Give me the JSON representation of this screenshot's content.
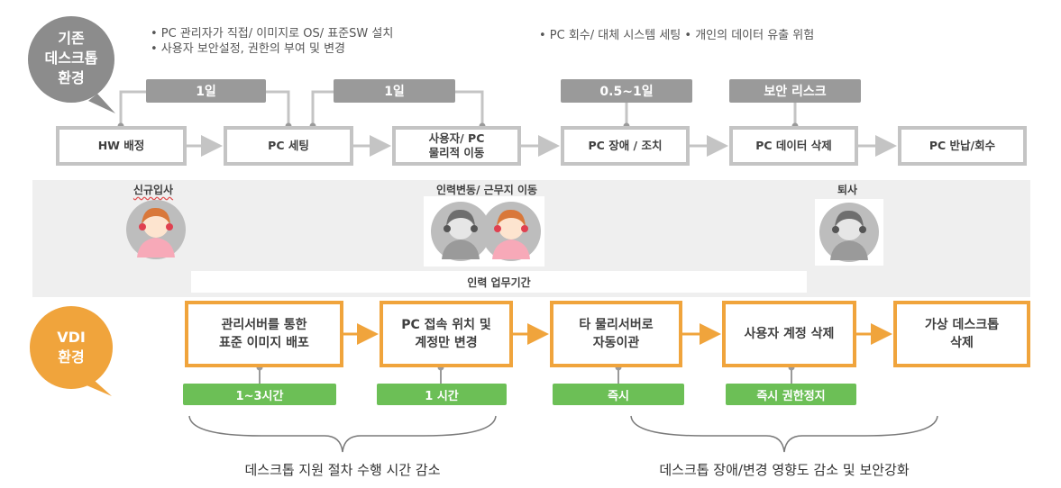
{
  "legacy": {
    "bubble": "기존\n데스크톱\n환경",
    "notes_left": [
      "•  PC 관리자가 직접/  이미지로 OS/ 표준SW 설치",
      "•  사용자 보안설정, 권한의 부여 및 변경"
    ],
    "notes_right": "•  PC 회수/ 대체 시스템 세팅  •  개인의 데이터 유출 위험",
    "steps": [
      "HW 배정",
      "PC 세팅",
      "사용자/ PC\n물리적 이동",
      "PC 장애 / 조치",
      "PC 데이터 삭제",
      "PC 반납/회수"
    ],
    "labels": [
      "1일",
      "1일",
      "0.5~1일",
      "보안 리스크"
    ]
  },
  "timeline": {
    "events": [
      "신규입사",
      "인력변동/ 근무지 이동",
      "퇴사"
    ],
    "period": "인력 업무기간"
  },
  "vdi": {
    "bubble": "VDI\n환경",
    "steps": [
      "관리서버를 통한\n표준 이미지 배포",
      "PC 접속 위치 및\n계정만 변경",
      "타 물리서버로\n자동이관",
      "사용자 계정 삭제",
      "가상 데스크톱\n삭제"
    ],
    "labels": [
      "1~3시간",
      "1 시간",
      "즉시",
      "즉시 권한정지"
    ]
  },
  "summary": [
    "데스크톱 지원 절차 수행 시간 감소",
    "데스크톱 장애/변경 영향도 감소 및 보안강화"
  ],
  "colors": {
    "gray": "#c4c4c4",
    "dark_gray": "#9a9a9a",
    "orange": "#f0a43c",
    "green": "#6cbf56",
    "band": "#efefef"
  }
}
